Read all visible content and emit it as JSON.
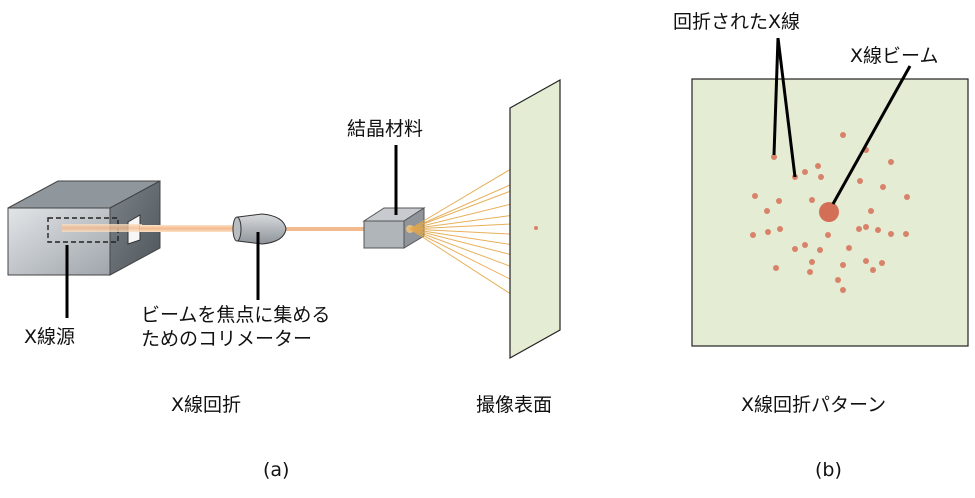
{
  "panel_a": {
    "source_label": "X線源",
    "collimator_label_line1": "ビームを焦点に集める",
    "collimator_label_line2": "ためのコリメーター",
    "crystal_label": "結晶材料",
    "screen_label": "撮像表面",
    "caption_title": "X線回折",
    "panel_letter": "(a)"
  },
  "panel_b": {
    "diffracted_label": "回折されたX線",
    "beam_label": "X線ビーム",
    "caption_title": "X線回折パターン",
    "panel_letter": "(b)"
  },
  "colors": {
    "screen_fill": "#e4ecd4",
    "beam": "#f5c9a0",
    "spot": "#d9826a",
    "box_front": "#c8ccd0",
    "box_top": "#9aa0a6",
    "box_side": "#6e757c"
  }
}
